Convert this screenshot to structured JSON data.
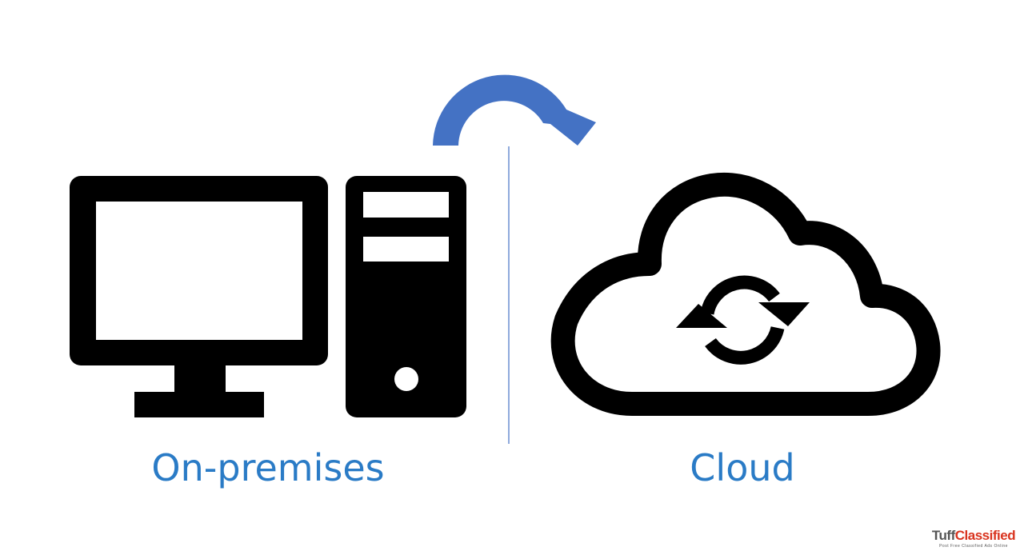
{
  "labels": {
    "left": "On-premises",
    "right": "Cloud"
  },
  "watermark": {
    "brand_part1": "Tuff",
    "brand_part2": "Classified",
    "tagline": "Post Free Classified Ads Online"
  },
  "colors": {
    "arrow": "#4472c4",
    "divider": "#8faadc",
    "label": "#2a7bc6",
    "icon": "#000000"
  },
  "icons": [
    "desktop-monitor-icon",
    "pc-tower-icon",
    "cloud-sync-icon",
    "curved-arrow-icon"
  ]
}
